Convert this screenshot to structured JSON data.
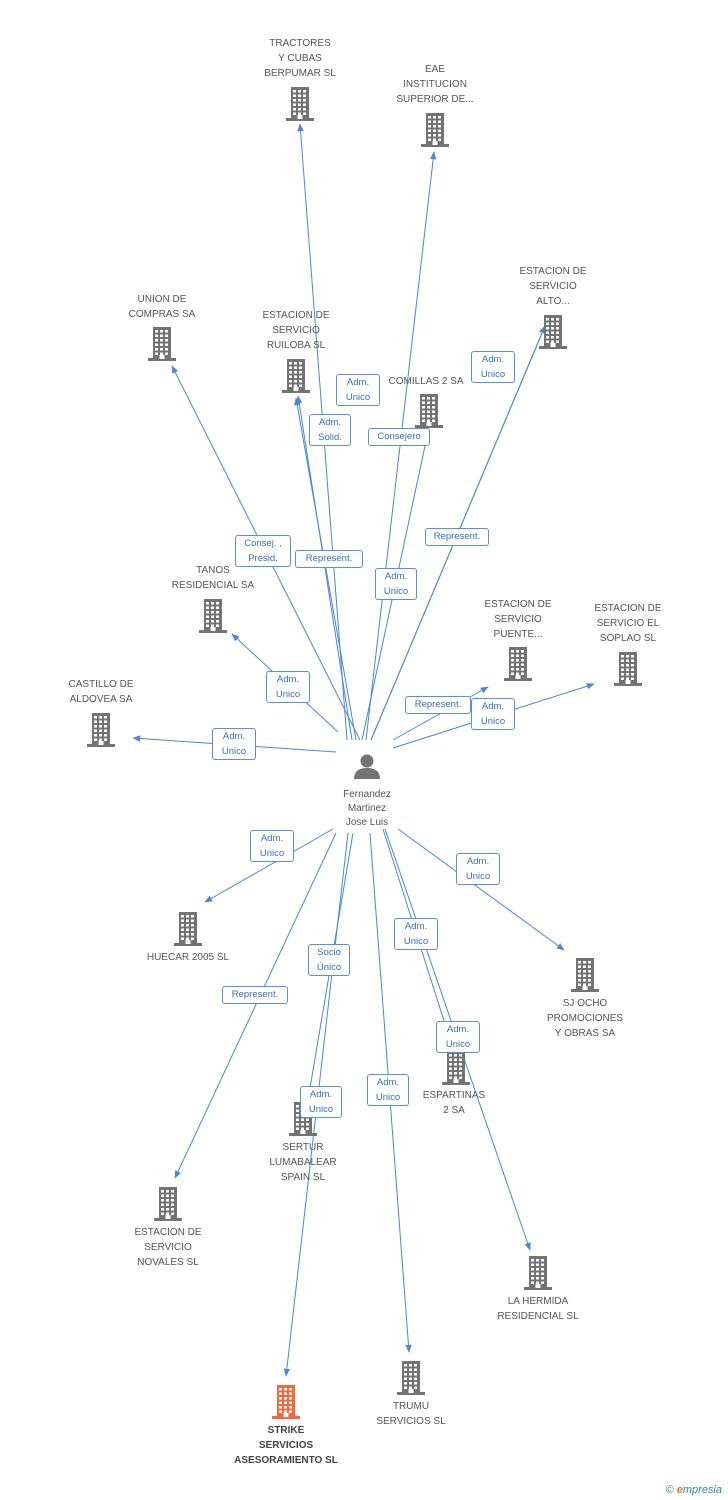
{
  "colors": {
    "edge": "#4a87d6",
    "node": "#737373",
    "highlight": "#f26a3c"
  },
  "center": {
    "id": "person",
    "label": "Fernandez\nMartinez\nJose Luis",
    "icon": "person-icon"
  },
  "nodes": [
    {
      "id": "tractores",
      "label": "TRACTORES\nY CUBAS\nBERPUMAR SL",
      "highlight": false
    },
    {
      "id": "eae",
      "label": "EAE\nINSTITUCION\nSUPERIOR DE...",
      "highlight": false
    },
    {
      "id": "es_alto",
      "label": "ESTACION DE\nSERVICIO\nALTO...",
      "highlight": false
    },
    {
      "id": "union",
      "label": "UNION DE\nCOMPRAS SA",
      "highlight": false
    },
    {
      "id": "es_ruiloba",
      "label": "ESTACION DE\nSERVICIO\nRUILOBA SL",
      "highlight": false
    },
    {
      "id": "comillas",
      "label": "COMILLAS 2 SA",
      "highlight": false
    },
    {
      "id": "tanos",
      "label": "TANOS\nRESIDENCIAL SA",
      "highlight": false
    },
    {
      "id": "es_puente",
      "label": "ESTACION DE\nSERVICIO\nPUENTE...",
      "highlight": false
    },
    {
      "id": "es_soplao",
      "label": "ESTACION DE\nSERVICIO EL\nSOPLAO SL",
      "highlight": false
    },
    {
      "id": "castillo",
      "label": "CASTILLO DE\nALDOVEA SA",
      "highlight": false
    },
    {
      "id": "huecar",
      "label": "HUECAR 2005 SL",
      "highlight": false
    },
    {
      "id": "sjocho",
      "label": "SJ OCHO\nPROMOCIONES\nY OBRAS SA",
      "highlight": false
    },
    {
      "id": "espartinas",
      "label": "ESPARTINAS\n2 SA",
      "highlight": false
    },
    {
      "id": "sertur",
      "label": "SERTUR\nLUMABALEAR\nSPAIN SL",
      "highlight": false
    },
    {
      "id": "es_novales",
      "label": "ESTACION DE\nSERVICIO\nNOVALES SL",
      "highlight": false
    },
    {
      "id": "hermida",
      "label": "LA HERMIDA\nRESIDENCIAL SL",
      "highlight": false
    },
    {
      "id": "trumu",
      "label": "TRUMU\nSERVICIOS SL",
      "highlight": false
    },
    {
      "id": "strike",
      "label": "STRIKE\nSERVICIOS\nASESORAMIENTO SL",
      "highlight": true
    }
  ],
  "edges": [
    {
      "to": "tractores",
      "label": "Adm.\nUnico"
    },
    {
      "to": "es_ruiloba",
      "label": "Adm.\nSolid."
    },
    {
      "to": "comillas",
      "label": "Consejero"
    },
    {
      "to": "es_alto",
      "label": "Adm.\nUnico"
    },
    {
      "to": "es_alto",
      "label": "Represent."
    },
    {
      "to": "union",
      "label": "Consej. ,\nPresid."
    },
    {
      "to": "es_ruiloba",
      "label": "Represent."
    },
    {
      "to": "eae",
      "label": "Adm.\nUnico"
    },
    {
      "to": "tanos",
      "label": "Adm.\nUnico"
    },
    {
      "to": "es_puente",
      "label": "Represent."
    },
    {
      "to": "es_soplao",
      "label": "Adm.\nUnico"
    },
    {
      "to": "castillo",
      "label": "Adm.\nUnico"
    },
    {
      "to": "huecar",
      "label": "Adm.\nUnico"
    },
    {
      "to": "sjocho",
      "label": "Adm.\nUnico"
    },
    {
      "to": "espartinas",
      "label": "Adm.\nUnico"
    },
    {
      "to": "hermida",
      "label": "Adm.\nUnico"
    },
    {
      "to": "sertur",
      "label": "Socio\nÚnico"
    },
    {
      "to": "es_novales",
      "label": "Represent."
    },
    {
      "to": "strike",
      "label": "Adm.\nUnico"
    },
    {
      "to": "trumu",
      "label": "Adm.\nUnico"
    }
  ],
  "footer": {
    "copyright": "©",
    "brand_initial": "e",
    "brand_rest": "mpresia"
  }
}
